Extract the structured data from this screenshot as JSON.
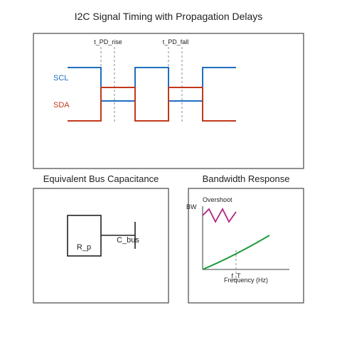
{
  "title": "I2C Signal Timing with Propagation Delays",
  "timing": {
    "annotations": {
      "rise": "t_PD_rise",
      "fall": "t_PD_fall"
    },
    "signals": [
      {
        "name": "SCL",
        "color": "#1f6fbf"
      },
      {
        "name": "SDA",
        "color": "#c0391b"
      }
    ]
  },
  "circuit": {
    "title": "Equivalent Bus Capacitance",
    "resistor_label": "R_p",
    "capacitor_label": "C_bus"
  },
  "bandwidth": {
    "title": "Bandwidth Response",
    "ylabel": "BW",
    "xlabel": "Frequency (Hz)",
    "overshoot_label": "Overshoot",
    "marker_label": "f_T",
    "colors": {
      "overshoot": "#b0237f",
      "curve": "#1e9b3a"
    }
  }
}
